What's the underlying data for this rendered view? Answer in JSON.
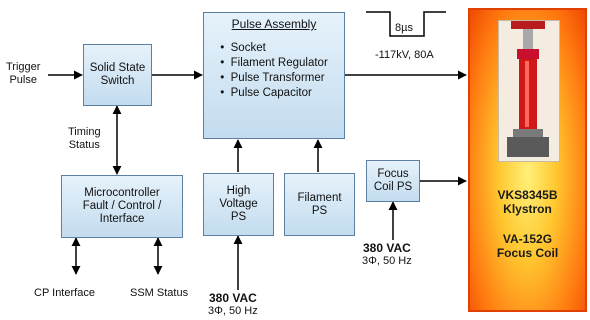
{
  "trigger_pulse": "Trigger\nPulse",
  "solid_state_switch": "Solid State\nSwitch",
  "timing_status": "Timing\nStatus",
  "microcontroller": "Microcontroller\nFault / Control /\nInterface",
  "cp_interface": "CP Interface",
  "ssm_status": "SSM Status",
  "pulse_assembly": {
    "title": "Pulse Assembly",
    "items": [
      "Socket",
      "Filament Regulator",
      "Pulse Transformer",
      "Pulse Capacitor"
    ]
  },
  "pulse_width": "8µs",
  "pulse_spec": "-117kV, 80A",
  "hv_ps": "High\nVoltage\nPS",
  "filament_ps": "Filament\nPS",
  "focus_coil_ps": "Focus\nCoil PS",
  "ac_input_1": {
    "voltage": "380 VAC",
    "phase": "3Φ, 50 Hz"
  },
  "ac_input_2": {
    "voltage": "380 VAC",
    "phase": "3Φ, 50 Hz"
  },
  "klystron": "VKS8345B\nKlystron",
  "focus_coil": "VA-152G\nFocus Coil",
  "colors": {
    "box_border": "#5d7fa0",
    "box_fill": "#c3dcef",
    "klystron_panel": "#ff8a10"
  }
}
